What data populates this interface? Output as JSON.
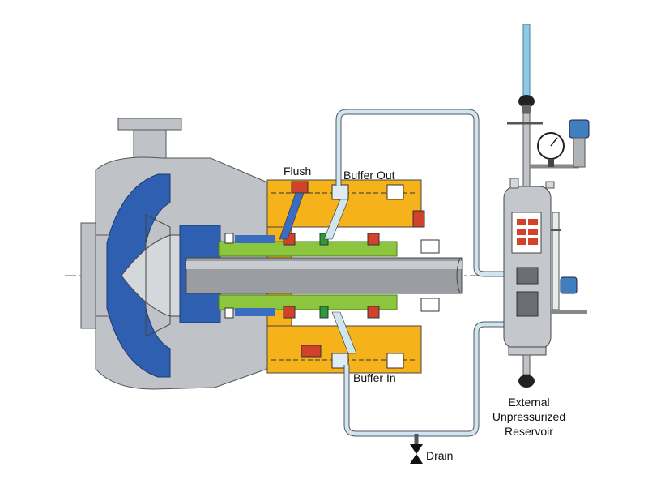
{
  "labels": {
    "flush": "Flush",
    "buffer_out": "Buffer Out",
    "buffer_in": "Buffer In",
    "drain": "Drain",
    "reservoir_line1": "External",
    "reservoir_line2": "Unpressurized",
    "reservoir_line3": "Reservoir"
  },
  "colors": {
    "casing_gray": "#bfc3c7",
    "impeller_blue": "#2f5fb0",
    "gland_orange": "#f6b21a",
    "seal_green": "#8cc63f",
    "shaft_gray": "#9a9ea3",
    "pipe_light_blue": "#cfe6ee",
    "reservoir_gray": "#c4c8cc",
    "seal_face_red": "#d2412a"
  },
  "icons": [
    "valve-icon",
    "pressure-gauge-icon",
    "pressure-transmitter-icon",
    "level-gauge-icon",
    "drain-valve-icon"
  ]
}
